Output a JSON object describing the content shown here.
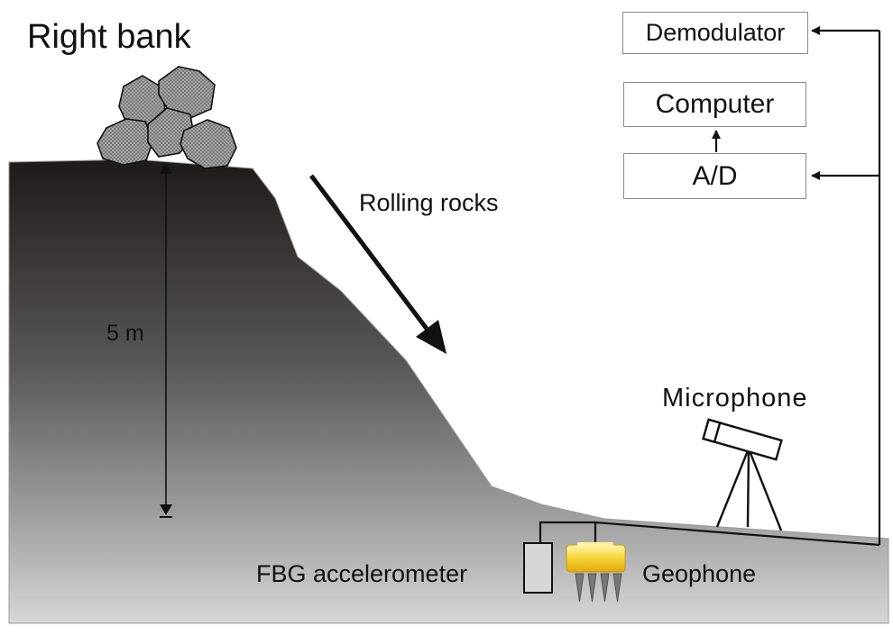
{
  "labels": {
    "title": "Right bank",
    "rolling_rocks": "Rolling rocks",
    "height": "5 m",
    "microphone": "Microphone",
    "fbg": "FBG accelerometer",
    "geophone": "Geophone"
  },
  "boxes": {
    "demodulator": "Demodulator",
    "computer": "Computer",
    "ad": "A/D"
  },
  "colors": {
    "slope_top": "#1e1a19",
    "slope_bottom": "#d0d0d0",
    "rock_fill": "#9a9a9a",
    "geophone": "#f2d23a",
    "cable": "#111111"
  }
}
